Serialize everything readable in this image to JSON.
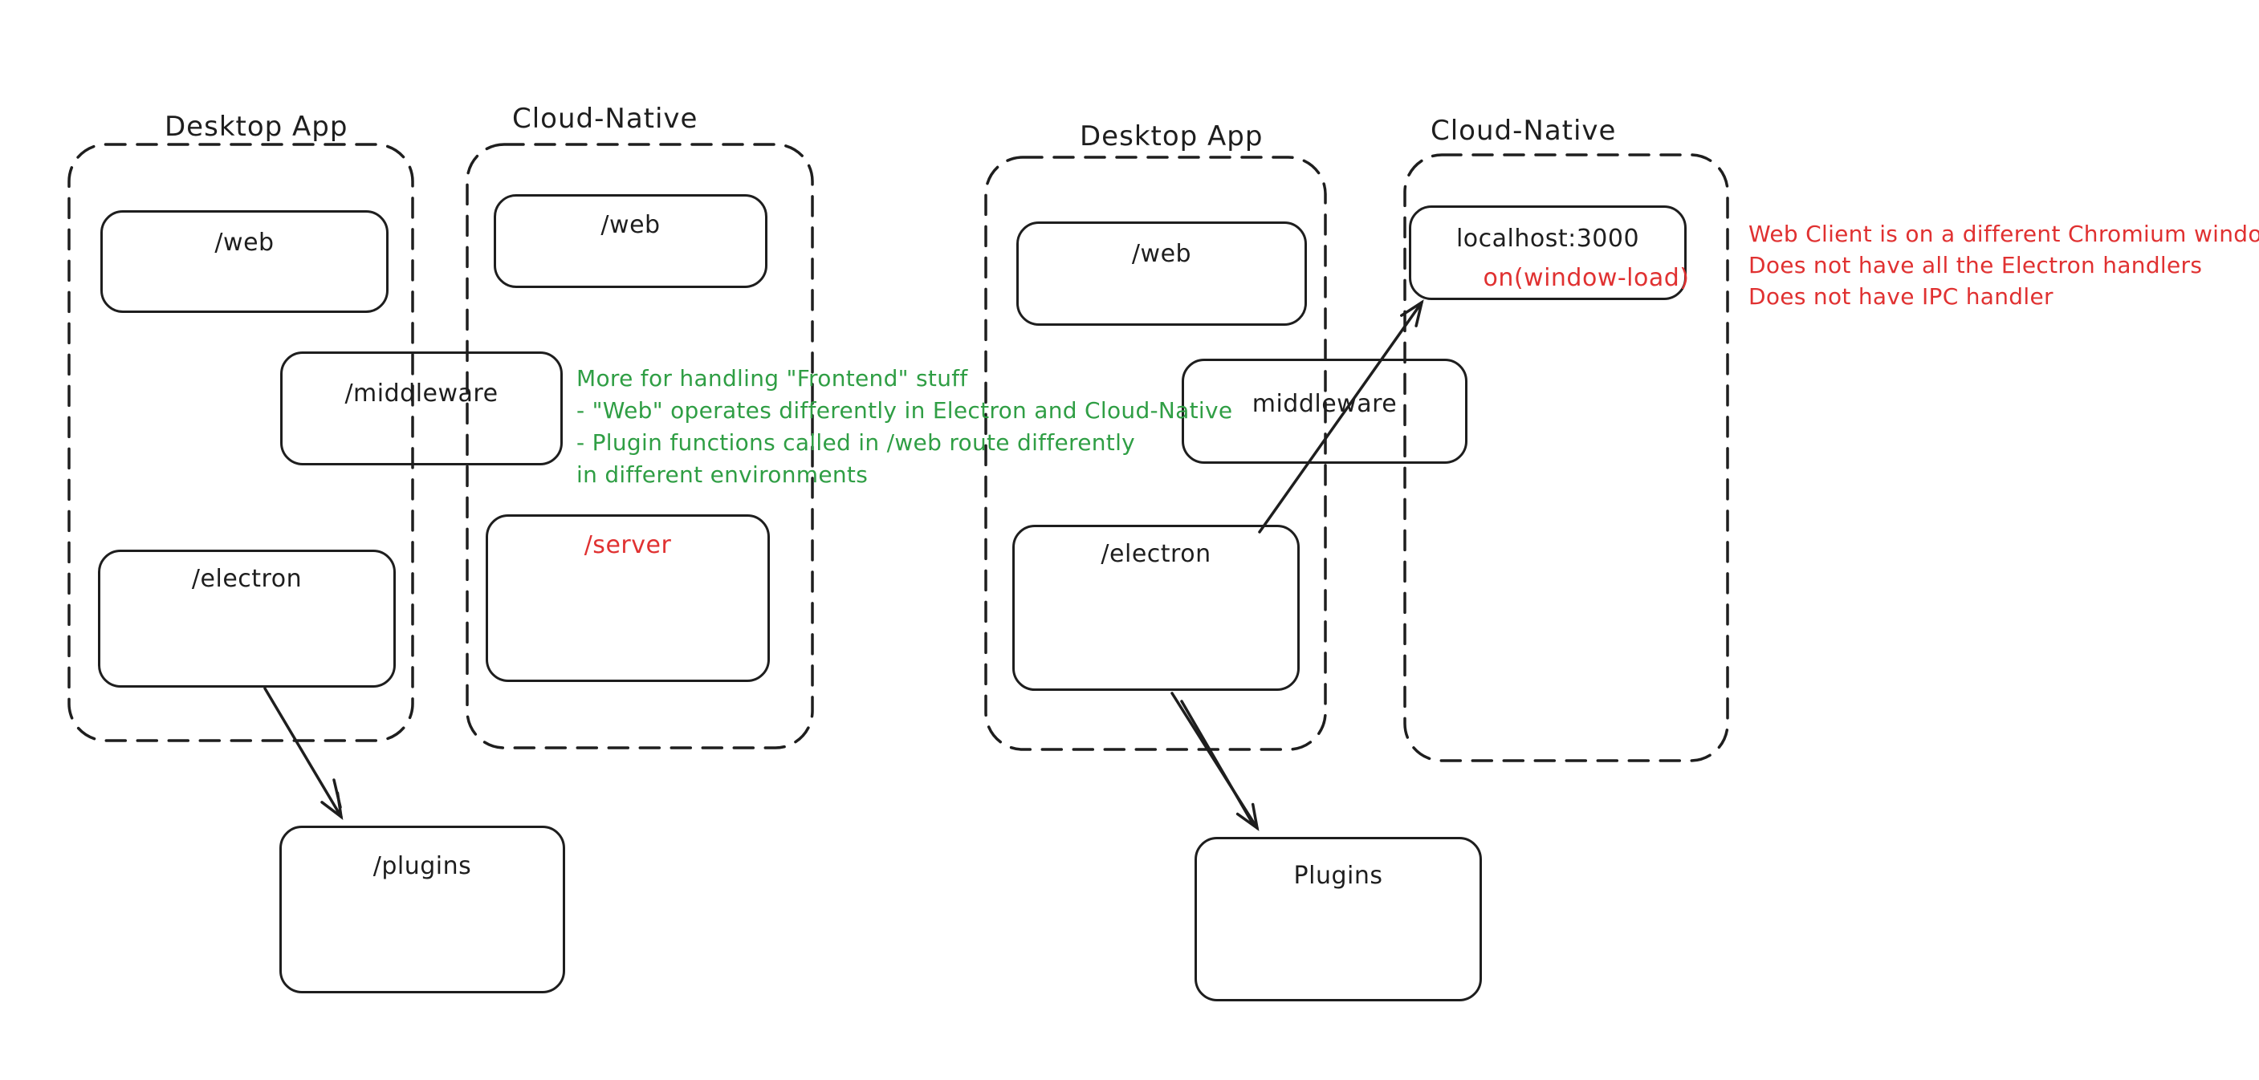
{
  "canvas": {
    "background": "#ffffff"
  },
  "colors": {
    "stroke": "#1e1e1e",
    "green": "#2f9e44",
    "red": "#e03131"
  },
  "left_diagram": {
    "desktop_label": "Desktop App",
    "cloud_label": "Cloud-Native",
    "web_desktop": "/web",
    "web_cloud": "/web",
    "middleware": "/middleware",
    "electron": "/electron",
    "server": "/server",
    "plugins": "/plugins"
  },
  "right_diagram": {
    "desktop_label": "Desktop App",
    "cloud_label": "Cloud-Native",
    "web": "/web",
    "localhost": "localhost:3000",
    "window_load": "on(window-load)",
    "middleware": "middleware",
    "electron": "/electron",
    "plugins": "Plugins"
  },
  "notes": {
    "green": {
      "color": "#2f9e44",
      "lines": [
        "More for handling \"Frontend\" stuff",
        "- \"Web\" operates differently in Electron and Cloud-Native",
        "- Plugin functions called in /web route differently",
        "in different environments"
      ]
    },
    "red": {
      "color": "#e03131",
      "lines": [
        "Web Client is on a different Chromium window",
        "Does not have all the Electron handlers",
        "Does not have IPC handler"
      ]
    }
  }
}
